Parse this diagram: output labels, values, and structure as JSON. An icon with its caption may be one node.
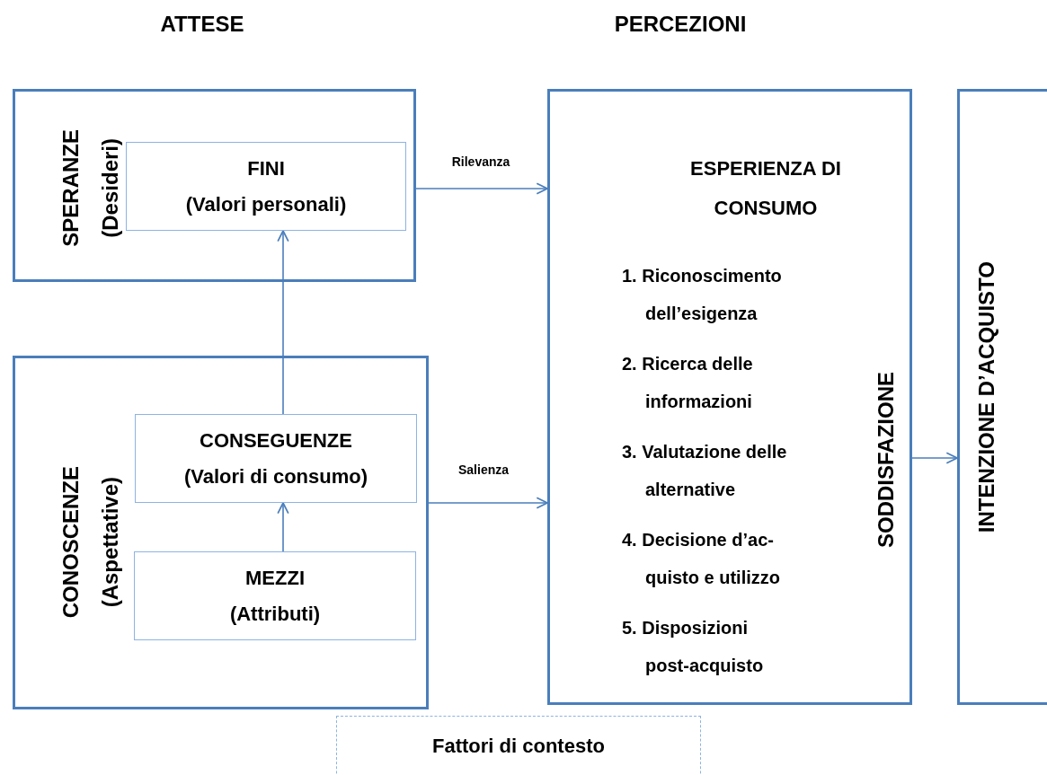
{
  "diagram": {
    "nodes": [
      {
        "text": [
          "SPERANZE",
          "(Desideri)"
        ]
      },
      {
        "text": [
          "FINI",
          "(Valori personali)"
        ],
        "in": 0
      },
      {
        "text": [
          "CONOSCENZE",
          "(Aspettative)"
        ]
      },
      {
        "text": [
          "CONSEGUENZE",
          "(Valori di consumo)"
        ],
        "in": 2
      },
      {
        "text": [
          "MEZZI",
          "(Attributi)"
        ],
        "in": 2
      },
      {
        "text": [
          "ESPERIENZA DI CONSUMO",
          "1. Riconoscimento dell’esigenza",
          "2. Ricerca delle informazioni",
          "3. Valutazione delle alternative",
          "4. Decisione d’ac-quisto e utilizzo",
          "5. Disposizioni post-acquisto",
          "SODDISFAZIONE"
        ]
      },
      {
        "text": [
          "INTENZIONE D’ACQUISTO"
        ]
      },
      {
        "text": [
          "Fattori di contesto"
        ]
      }
    ],
    "edges": [
      {
        "from": 3,
        "to": 1,
        "arrow": "to"
      },
      {
        "from": 4,
        "to": 3,
        "arrow": "to"
      },
      {
        "from": 0,
        "to": 5,
        "arrow": "to",
        "label": "Rilevanza"
      },
      {
        "from": 2,
        "to": 5,
        "arrow": "to",
        "label": "Salienza"
      },
      {
        "from": 5,
        "to": 6,
        "arrow": "to"
      }
    ],
    "labels": [
      "ATTESE",
      "PERCEZIONI"
    ]
  }
}
